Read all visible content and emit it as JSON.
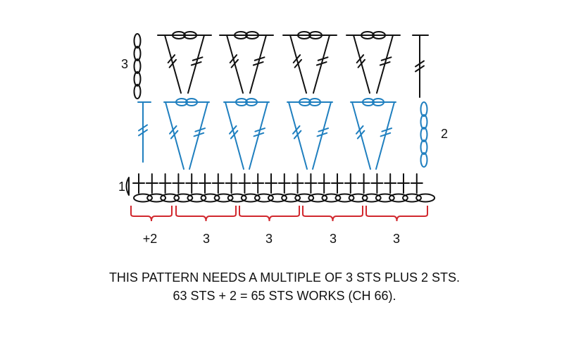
{
  "diagram": {
    "row_labels": {
      "row1": "1",
      "row2": "2",
      "row3": "3"
    },
    "repeat_labels": [
      "+2",
      "3",
      "3",
      "3",
      "3"
    ],
    "caption_line1": "THIS PATTERN NEEDS A MULTIPLE OF 3 STS PLUS 2 STS.",
    "caption_line2": "63 STS + 2 = 65 STS WORKS (CH 66)."
  },
  "colors": {
    "row_black": "#111111",
    "row_blue": "#1f7fbf",
    "bracket_red": "#d1282e"
  }
}
